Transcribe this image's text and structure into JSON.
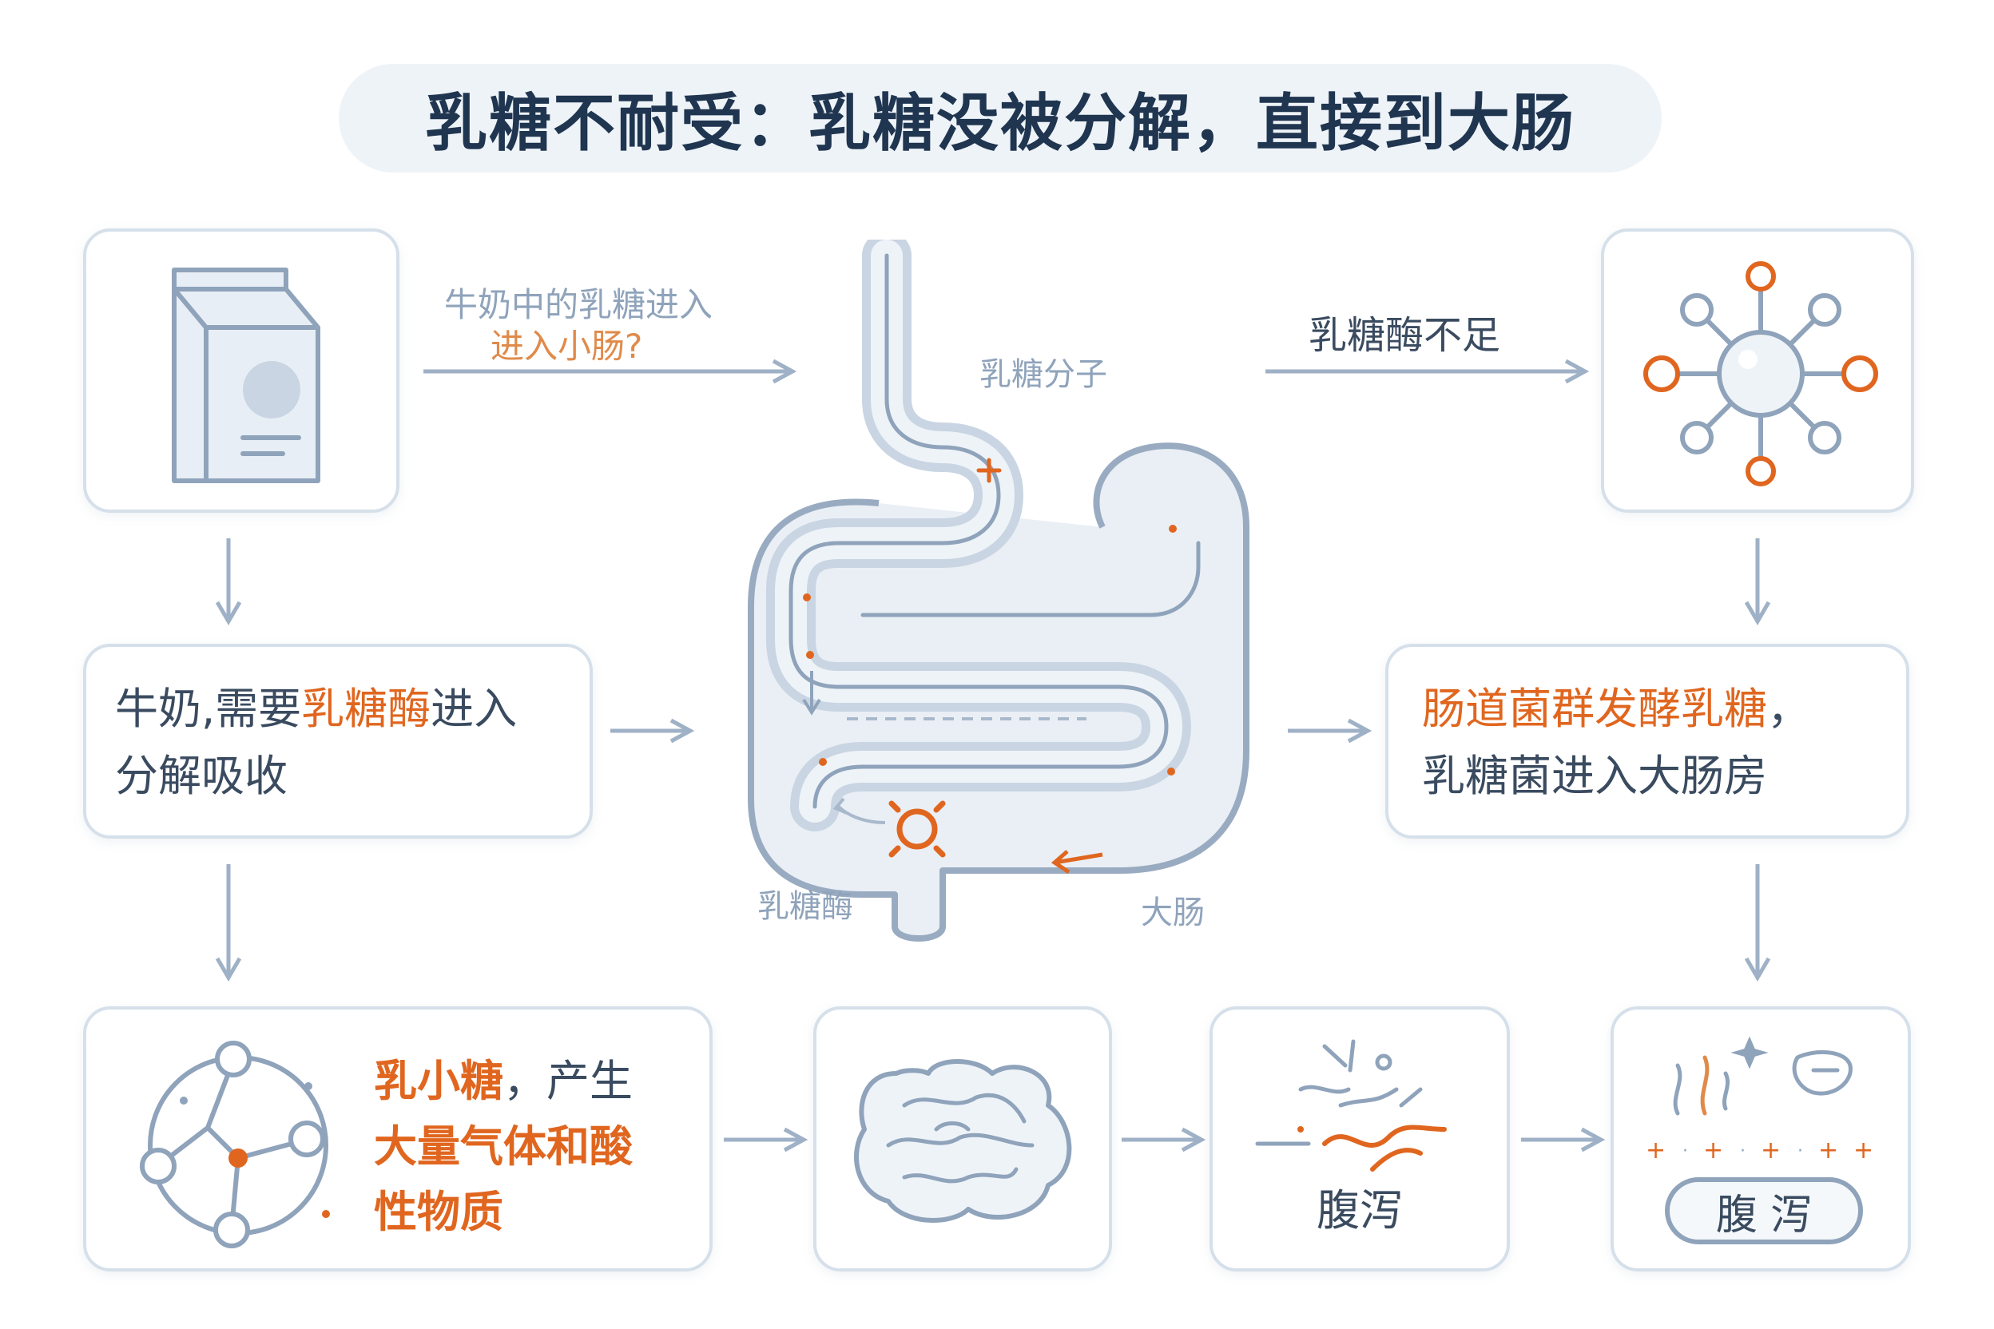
{
  "title": "乳糖不耐受：乳糖没被分解，直接到大肠",
  "labels": {
    "milk_arrow_line1": "牛奶中的乳糖进入",
    "milk_arrow_line2": "进入小肠?",
    "lactose_molecule": "乳糖分子",
    "lactase_insufficient": "乳糖酶不足",
    "lactase": "乳糖酶",
    "large_intestine": "大肠"
  },
  "cards": {
    "mid_left": {
      "line1_a": "牛奶,需要",
      "line1_hl": "乳糖酶",
      "line1_b": "进入",
      "line2": "分解吸收"
    },
    "mid_right": {
      "line1_hl": "肠道菌群发酵乳糖",
      "line1_b": "，",
      "line2": "乳糖菌进入大肠房"
    },
    "bottom_left": {
      "line1_hl": "乳小糖",
      "line1_b": "，产生",
      "line2_hl": "大量气体和酸",
      "line3_hl": "性物质"
    },
    "bottom_mid_right": {
      "label": "腹泻"
    },
    "bottom_right": {
      "pill": "腹 泻"
    }
  },
  "colors": {
    "accent": "#e0661f",
    "line": "#8fa3bb",
    "card_border": "#d6e0ea",
    "title_bg": "#eef3f8",
    "text": "#3a4b60"
  },
  "icons": {
    "milk": "milk-carton-icon",
    "enzyme": "molecule-network-icon",
    "gut": "intestine-icon",
    "molecule": "molecule-circle-icon",
    "bacteria": "bacteria-icon",
    "gas": "gas-icon"
  }
}
